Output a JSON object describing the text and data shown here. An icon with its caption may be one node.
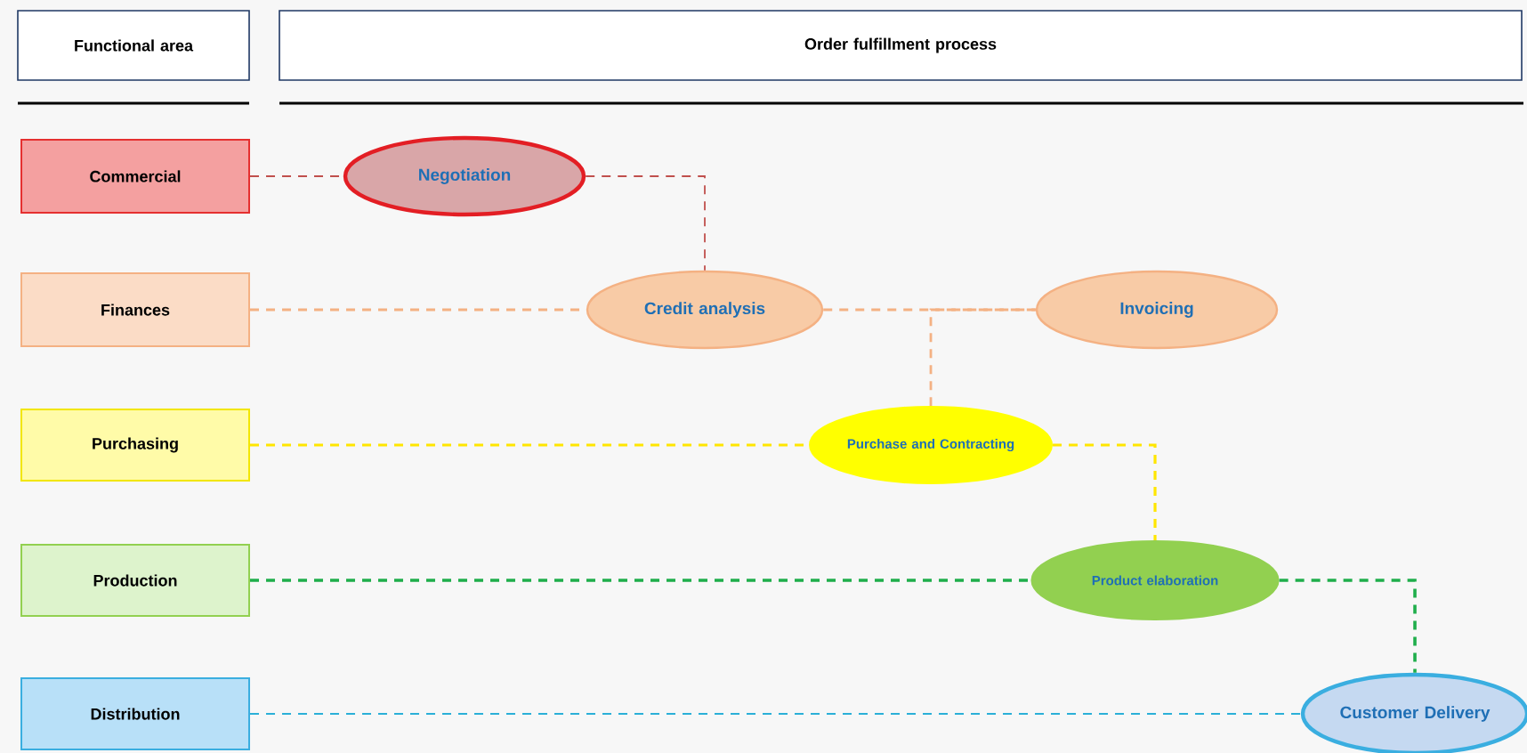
{
  "diagram": {
    "nodes": [
      {
        "text": [
          "Functional area"
        ]
      },
      {
        "text": [
          "Order fulfillment process"
        ]
      },
      {
        "text": [
          "Commercial"
        ]
      },
      {
        "text": [
          "Finances"
        ]
      },
      {
        "text": [
          "Purchasing"
        ]
      },
      {
        "text": [
          "Production"
        ]
      },
      {
        "text": [
          "Distribution"
        ]
      },
      {
        "text": [
          "Negotiation"
        ]
      },
      {
        "text": [
          "Credit analysis"
        ]
      },
      {
        "text": [
          "Invoicing"
        ]
      },
      {
        "text": [
          "Purchase and Contracting"
        ]
      },
      {
        "text": [
          "Product elaboration"
        ]
      },
      {
        "text": [
          "Customer Delivery"
        ]
      }
    ],
    "edges": [
      {
        "from": 2,
        "to": 7,
        "arrow": "none",
        "style": "dashed",
        "color": "#c0504d"
      },
      {
        "from": 7,
        "to": 8,
        "arrow": "none",
        "style": "dashed",
        "color": "#c0504d"
      },
      {
        "from": 3,
        "to": 8,
        "arrow": "none",
        "style": "dashed",
        "color": "#f4b183"
      },
      {
        "from": 8,
        "to": 9,
        "arrow": "none",
        "style": "dashed",
        "color": "#f4b183"
      },
      {
        "from": 9,
        "to": 10,
        "arrow": "none",
        "style": "dashed",
        "color": "#f4b183"
      },
      {
        "from": 4,
        "to": 10,
        "arrow": "none",
        "style": "dashed",
        "color": "#ffe600"
      },
      {
        "from": 10,
        "to": 11,
        "arrow": "none",
        "style": "dashed",
        "color": "#ffe600"
      },
      {
        "from": 5,
        "to": 11,
        "arrow": "none",
        "style": "dashed",
        "color": "#1fae4b"
      },
      {
        "from": 11,
        "to": 12,
        "arrow": "none",
        "style": "dashed",
        "color": "#1fae4b"
      },
      {
        "from": 6,
        "to": 12,
        "arrow": "none",
        "style": "dashed",
        "color": "#2ab0d8"
      }
    ]
  }
}
